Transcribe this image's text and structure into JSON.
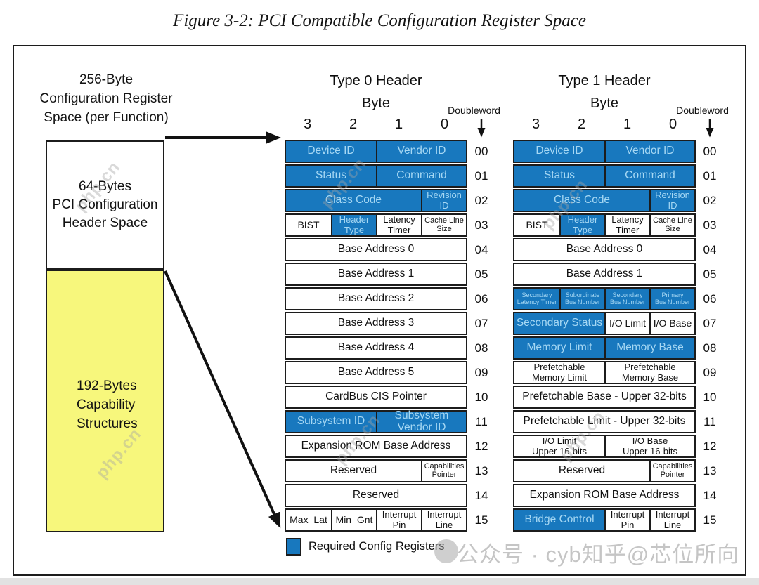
{
  "title": "Figure 3-2: PCI Compatible Configuration Register Space",
  "left_panel": {
    "caption": "256-Byte\nConfiguration Register\nSpace (per Function)",
    "header_box": "64-Bytes\nPCI Configuration\nHeader Space",
    "capability_box": "192-Bytes\nCapability\nStructures"
  },
  "labels": {
    "byte": "Byte",
    "doubleword": "Doubleword"
  },
  "byte_labels": [
    "3",
    "2",
    "1",
    "0"
  ],
  "doubleword_values": [
    "00",
    "01",
    "02",
    "03",
    "04",
    "05",
    "06",
    "07",
    "08",
    "09",
    "10",
    "11",
    "12",
    "13",
    "14",
    "15"
  ],
  "headers": [
    {
      "title": "Type 0 Header",
      "rows": [
        [
          {
            "label": "Device ID",
            "span": 2,
            "filled": true
          },
          {
            "label": "Vendor ID",
            "span": 2,
            "filled": true
          }
        ],
        [
          {
            "label": "Status",
            "span": 2,
            "filled": true
          },
          {
            "label": "Command",
            "span": 2,
            "filled": true
          }
        ],
        [
          {
            "label": "Class Code",
            "span": 3,
            "filled": true
          },
          {
            "label": "Revision\nID",
            "span": 1,
            "filled": true,
            "fs": "m"
          }
        ],
        [
          {
            "label": "BIST",
            "span": 1,
            "filled": false,
            "fs": "m2"
          },
          {
            "label": "Header\nType",
            "span": 1,
            "filled": true,
            "fs": "m"
          },
          {
            "label": "Latency\nTimer",
            "span": 1,
            "filled": false,
            "fs": "m"
          },
          {
            "label": "Cache Line\nSize",
            "span": 1,
            "filled": false,
            "fs": "s"
          }
        ],
        [
          {
            "label": "Base Address 0",
            "span": 4,
            "filled": false
          }
        ],
        [
          {
            "label": "Base Address 1",
            "span": 4,
            "filled": false
          }
        ],
        [
          {
            "label": "Base Address 2",
            "span": 4,
            "filled": false
          }
        ],
        [
          {
            "label": "Base Address 3",
            "span": 4,
            "filled": false
          }
        ],
        [
          {
            "label": "Base Address 4",
            "span": 4,
            "filled": false
          }
        ],
        [
          {
            "label": "Base Address 5",
            "span": 4,
            "filled": false
          }
        ],
        [
          {
            "label": "CardBus CIS Pointer",
            "span": 4,
            "filled": false
          }
        ],
        [
          {
            "label": "Subsystem ID",
            "span": 2,
            "filled": true
          },
          {
            "label": "Subsystem\nVendor ID",
            "span": 2,
            "filled": true
          }
        ],
        [
          {
            "label": "Expansion ROM Base Address",
            "span": 4,
            "filled": false
          }
        ],
        [
          {
            "label": "Reserved",
            "span": 3,
            "filled": false
          },
          {
            "label": "Capabilities\nPointer",
            "span": 1,
            "filled": false,
            "fs": "s"
          }
        ],
        [
          {
            "label": "Reserved",
            "span": 4,
            "filled": false
          }
        ],
        [
          {
            "label": "Max_Lat",
            "span": 1,
            "filled": false,
            "fs": "m2"
          },
          {
            "label": "Min_Gnt",
            "span": 1,
            "filled": false,
            "fs": "m2"
          },
          {
            "label": "Interrupt\nPin",
            "span": 1,
            "filled": false,
            "fs": "m"
          },
          {
            "label": "Interrupt\nLine",
            "span": 1,
            "filled": false,
            "fs": "m"
          }
        ]
      ]
    },
    {
      "title": "Type 1 Header",
      "rows": [
        [
          {
            "label": "Device ID",
            "span": 2,
            "filled": true
          },
          {
            "label": "Vendor ID",
            "span": 2,
            "filled": true
          }
        ],
        [
          {
            "label": "Status",
            "span": 2,
            "filled": true
          },
          {
            "label": "Command",
            "span": 2,
            "filled": true
          }
        ],
        [
          {
            "label": "Class Code",
            "span": 3,
            "filled": true
          },
          {
            "label": "Revision\nID",
            "span": 1,
            "filled": true,
            "fs": "m"
          }
        ],
        [
          {
            "label": "BIST",
            "span": 1,
            "filled": false,
            "fs": "m2"
          },
          {
            "label": "Header\nType",
            "span": 1,
            "filled": true,
            "fs": "m"
          },
          {
            "label": "Latency\nTimer",
            "span": 1,
            "filled": false,
            "fs": "m"
          },
          {
            "label": "Cache Line\nSize",
            "span": 1,
            "filled": false,
            "fs": "s"
          }
        ],
        [
          {
            "label": "Base Address 0",
            "span": 4,
            "filled": false
          }
        ],
        [
          {
            "label": "Base Address 1",
            "span": 4,
            "filled": false
          }
        ],
        [
          {
            "label": "Secondary\nLatency Timer",
            "span": 1,
            "filled": true,
            "fs": "xs"
          },
          {
            "label": "Subordinate\nBus Number",
            "span": 1,
            "filled": true,
            "fs": "xs"
          },
          {
            "label": "Secondary\nBus Number",
            "span": 1,
            "filled": true,
            "fs": "xs"
          },
          {
            "label": "Primary\nBus Number",
            "span": 1,
            "filled": true,
            "fs": "xs"
          }
        ],
        [
          {
            "label": "Secondary Status",
            "span": 2,
            "filled": true
          },
          {
            "label": "I/O Limit",
            "span": 1,
            "filled": false,
            "fs": "m2"
          },
          {
            "label": "I/O Base",
            "span": 1,
            "filled": false,
            "fs": "m2"
          }
        ],
        [
          {
            "label": "Memory Limit",
            "span": 2,
            "filled": true
          },
          {
            "label": "Memory Base",
            "span": 2,
            "filled": true
          }
        ],
        [
          {
            "label": "Prefetchable\nMemory Limit",
            "span": 2,
            "filled": false,
            "fs": "m"
          },
          {
            "label": "Prefetchable\nMemory Base",
            "span": 2,
            "filled": false,
            "fs": "m"
          }
        ],
        [
          {
            "label": "Prefetchable Base - Upper 32-bits",
            "span": 4,
            "filled": false
          }
        ],
        [
          {
            "label": "Prefetchable Limit - Upper 32-bits",
            "span": 4,
            "filled": false
          }
        ],
        [
          {
            "label": "I/O Limit\nUpper 16-bits",
            "span": 2,
            "filled": false,
            "fs": "m"
          },
          {
            "label": "I/O Base\nUpper 16-bits",
            "span": 2,
            "filled": false,
            "fs": "m"
          }
        ],
        [
          {
            "label": "Reserved",
            "span": 3,
            "filled": false
          },
          {
            "label": "Capabilities\nPointer",
            "span": 1,
            "filled": false,
            "fs": "s"
          }
        ],
        [
          {
            "label": "Expansion ROM Base Address",
            "span": 4,
            "filled": false
          }
        ],
        [
          {
            "label": "Bridge Control",
            "span": 2,
            "filled": true
          },
          {
            "label": "Interrupt\nPin",
            "span": 1,
            "filled": false,
            "fs": "m"
          },
          {
            "label": "Interrupt\nLine",
            "span": 1,
            "filled": false,
            "fs": "m"
          }
        ]
      ]
    }
  ],
  "legend": {
    "label": "Required Config Registers"
  },
  "colors": {
    "register_blue": "#1878be",
    "register_text": "#a6d8f4",
    "capability_yellow": "#f7f77c"
  },
  "watermarks": {
    "tile": "php.cn",
    "bottom": "公众号 · cyb知乎@芯位所向"
  }
}
